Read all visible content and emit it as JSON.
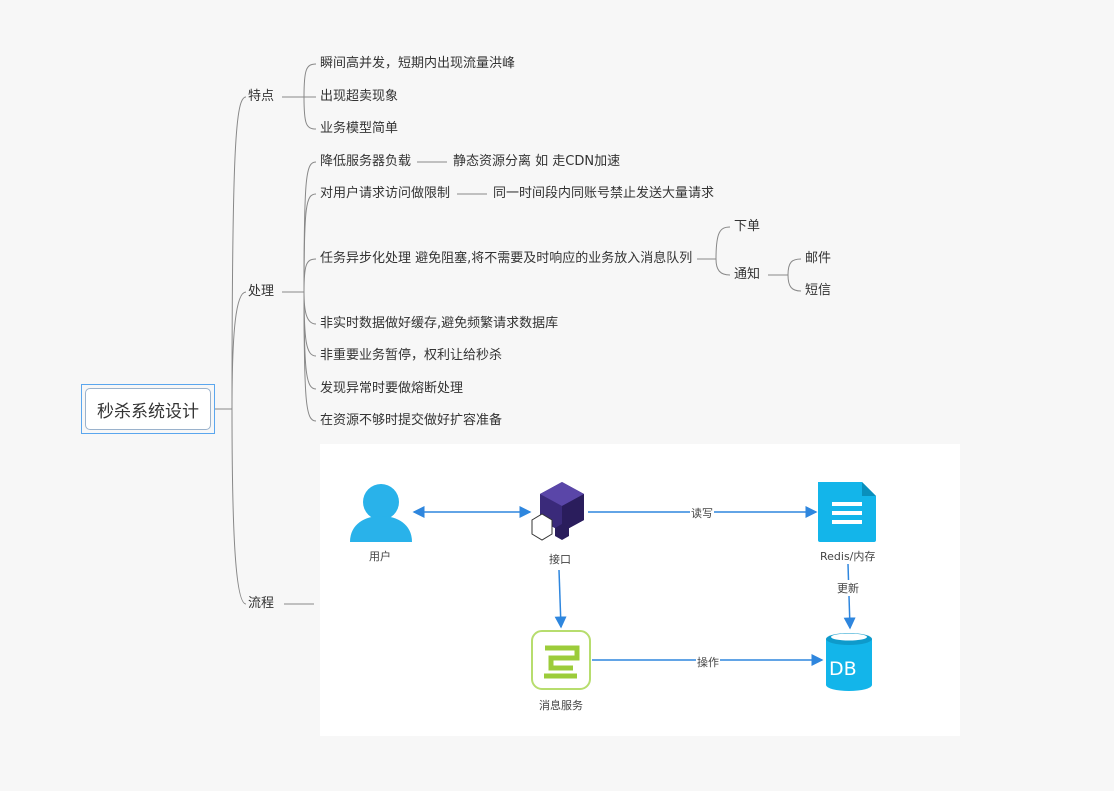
{
  "root": {
    "label": "秒杀系统设计"
  },
  "branches": {
    "features": {
      "label": "特点",
      "items": [
        "瞬间高并发，短期内出现流量洪峰",
        "出现超卖现象",
        "业务模型简单"
      ]
    },
    "handling": {
      "label": "处理",
      "items": [
        {
          "label": "降低服务器负载",
          "detail": "静态资源分离 如 走CDN加速"
        },
        {
          "label": "对用户请求访问做限制",
          "detail": "同一时间段内同账号禁止发送大量请求"
        },
        {
          "label": "任务异步化处理 避免阻塞,将不需要及时响应的业务放入消息队列",
          "children": [
            "下单",
            "通知"
          ],
          "grandchildren": [
            "邮件",
            "短信"
          ]
        },
        {
          "label": "非实时数据做好缓存,避免频繁请求数据库"
        },
        {
          "label": "非重要业务暂停，权利让给秒杀"
        },
        {
          "label": "发现异常时要做熔断处理"
        },
        {
          "label": "在资源不够时提交做好扩容准备"
        }
      ]
    },
    "flow": {
      "label": "流程"
    }
  },
  "flow_diagram": {
    "nodes": {
      "user": "用户",
      "api": "接口",
      "cache": "Redis/内存",
      "mq": "消息服务",
      "db": "DB"
    },
    "edges": {
      "read_write": "读写",
      "update": "更新",
      "operate": "操作"
    },
    "colors": {
      "arrow": "#2e86de",
      "user": "#29b2ea",
      "cache": "#13b5ea",
      "db": "#13b5ea",
      "api": "#3a2a7a",
      "mq": "#9ccc3a"
    }
  }
}
